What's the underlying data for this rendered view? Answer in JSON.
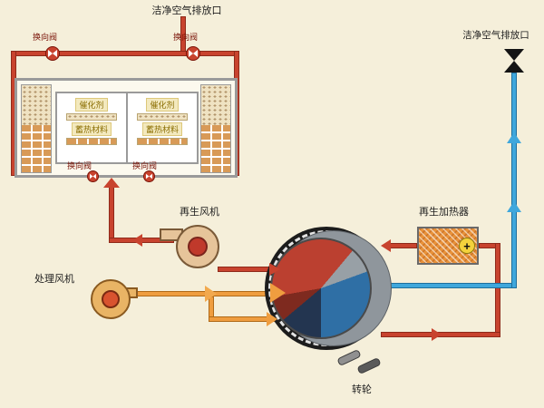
{
  "colors": {
    "background": "#f5efda",
    "pipe_hot": "#c8432e",
    "pipe_dirty": "#ef9d3f",
    "pipe_clean": "#3fa7dc",
    "rotor_red": "#bb4030",
    "rotor_blue": "#2f6fa5",
    "heater_orange": "#e8923a"
  },
  "exhaust_left": {
    "label": "洁净空气排放口"
  },
  "exhaust_right": {
    "label": "洁净空气排放口"
  },
  "rto": {
    "top_valves": [
      {
        "label": "换向阀"
      },
      {
        "label": "换向阀"
      }
    ],
    "bottom_valves": [
      {
        "label": "换向阀"
      },
      {
        "label": "换向阀"
      }
    ],
    "chambers": [
      {
        "catalyst_label": "催化剂",
        "storage_label": "蓄热材料"
      },
      {
        "catalyst_label": "催化剂",
        "storage_label": "蓄热材料"
      }
    ]
  },
  "regen_fan": {
    "label": "再生风机"
  },
  "process_fan": {
    "label": "处理风机"
  },
  "heater": {
    "label": "再生加热器",
    "plus": "+"
  },
  "rotor": {
    "label": "转轮"
  }
}
